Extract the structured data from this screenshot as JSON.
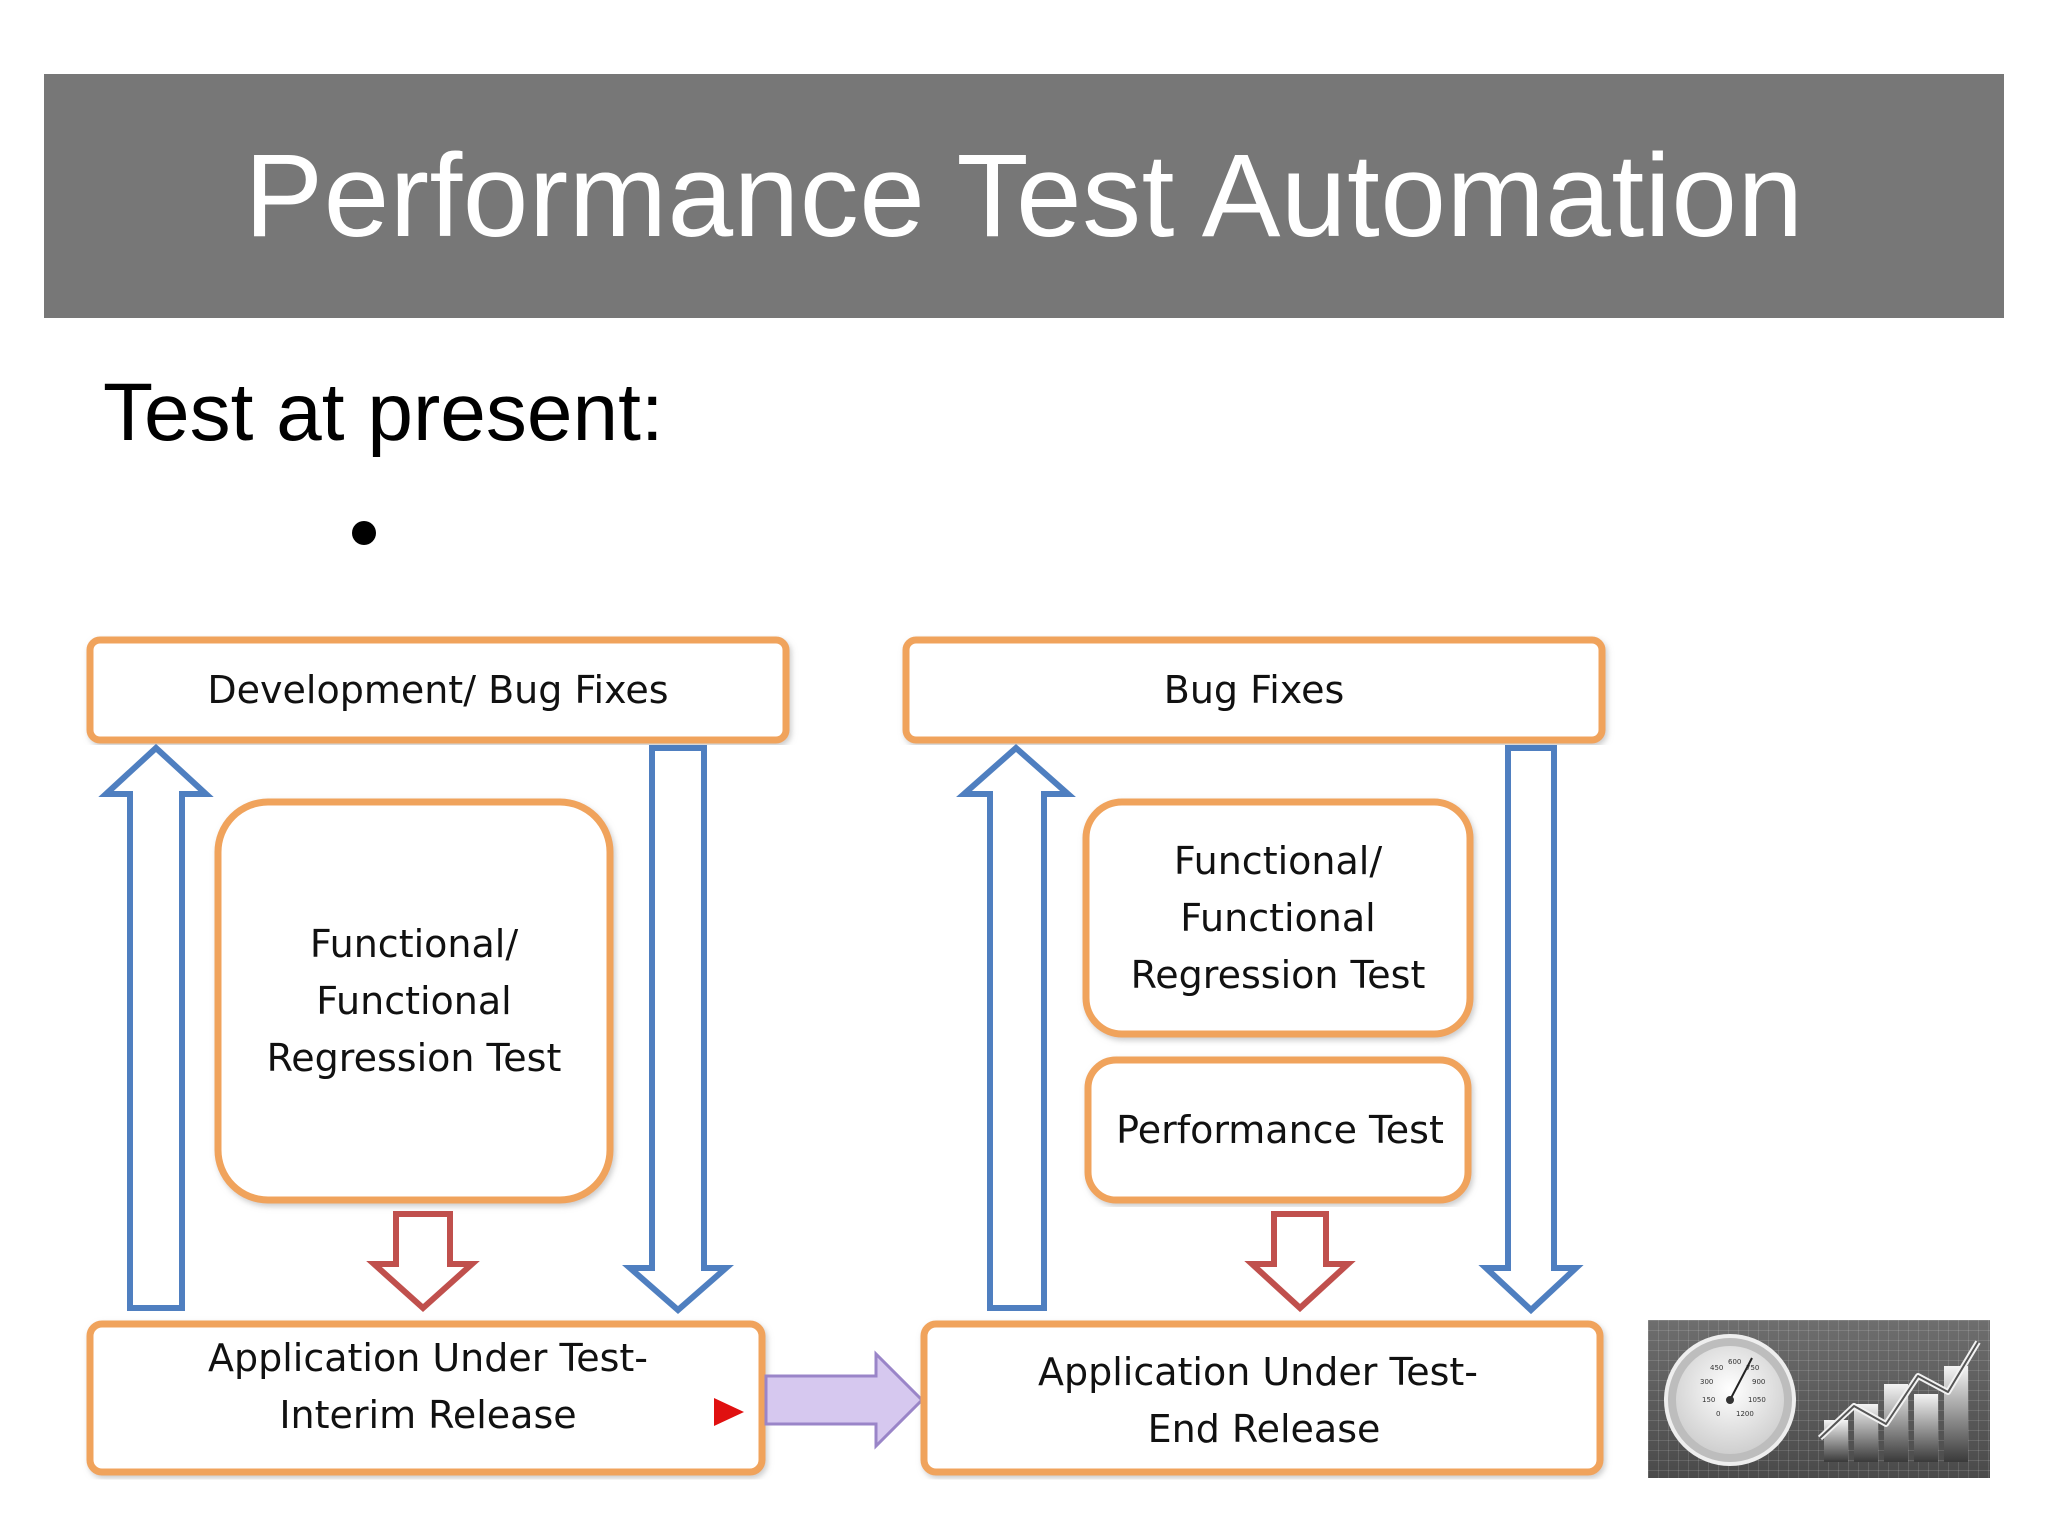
{
  "slide": {
    "title": "Performance Test Automation",
    "subtitle": "Test at present:"
  },
  "diagram": {
    "left": {
      "top_box": "Development/ Bug Fixes",
      "middle_box": [
        "Functional/",
        "Functional",
        "Regression Test"
      ],
      "bottom_box": [
        "Application Under Test-",
        "Interim Release"
      ]
    },
    "right": {
      "top_box": "Bug Fixes",
      "middle_box": [
        "Functional/",
        "Functional",
        "Regression Test"
      ],
      "perf_box": "Performance Test",
      "bottom_box": [
        "Application Under Test-",
        "End Release"
      ]
    }
  },
  "colors": {
    "title_bar": "#777777",
    "box_border": "#f0a35c",
    "blue_arrow": "#4f7fc0",
    "red_arrow": "#c0504d",
    "purple_arrow": "#c9b8e6",
    "play_marker": "#e01010"
  },
  "thumbnail": {
    "gauge_ticks": [
      "450",
      "600",
      "750",
      "300",
      "900",
      "150",
      "1050",
      "0",
      "1200"
    ]
  }
}
